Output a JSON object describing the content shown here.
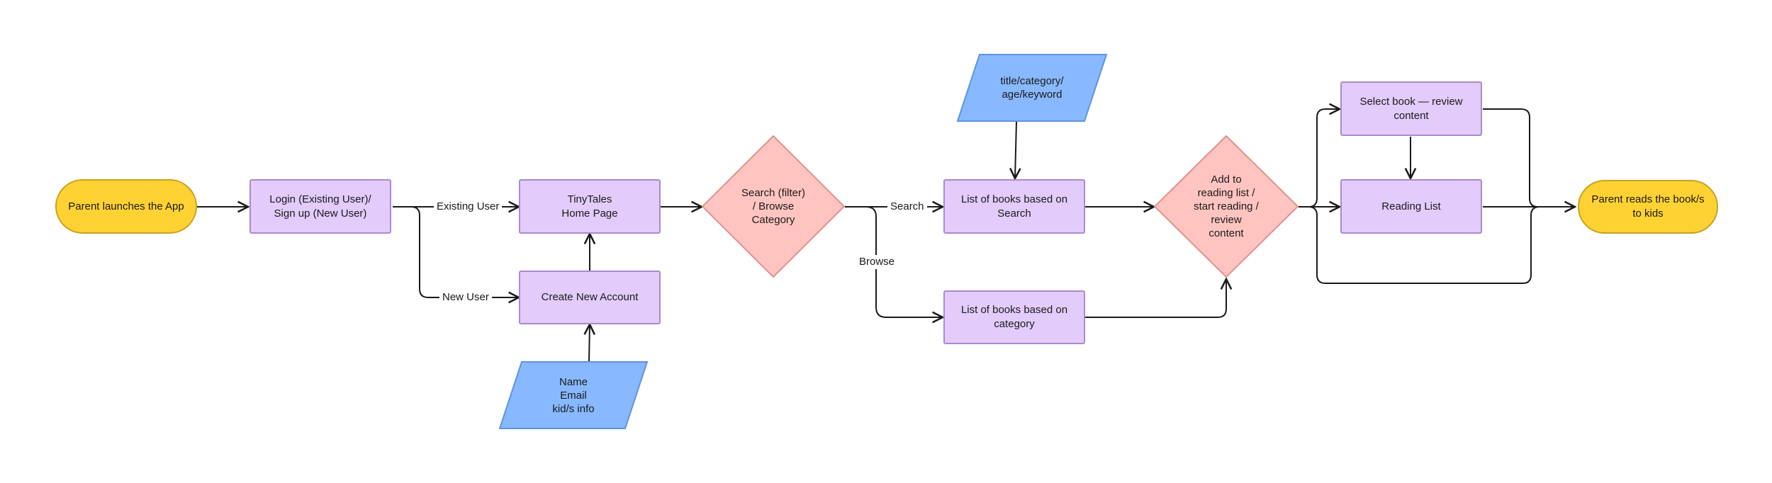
{
  "colors": {
    "terminal": "#ffd233",
    "process": "#e3cbfc",
    "decision": "#ffc4c0",
    "data_input": "#88b8ff",
    "edge": "#1a1a1a"
  },
  "nodes": {
    "start": "Parent launches the App",
    "login": "Login (Existing User)/\nSign up (New User)",
    "home": "TinyTales\nHome Page",
    "create_account": "Create New Account",
    "account_input": "Name\nEmail\nkid/s info",
    "search_browse": "Search (filter)\n/ Browse\nCategory",
    "search_input": "title/category/\nage/keyword",
    "list_search": "List of books based on\nSearch",
    "list_category": "List of books based on\ncategory",
    "add_decision": "Add to\nreading list /\nstart reading /\nreview\ncontent",
    "select_book": "Select book — review\ncontent",
    "reading_list": "Reading List",
    "end": "Parent reads the book/s\nto kids"
  },
  "edge_labels": {
    "existing_user": "Existing User",
    "new_user": "New User",
    "search": "Search",
    "browse": "Browse"
  }
}
